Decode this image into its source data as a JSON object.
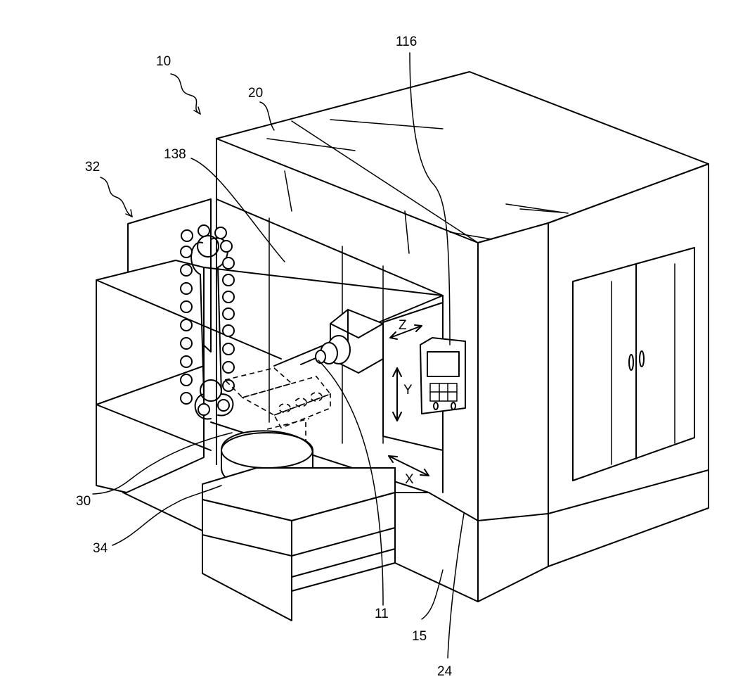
{
  "labels": {
    "machine": "10",
    "cover_top": "20",
    "tool_magazine": "32",
    "wall": "138",
    "cable": "116",
    "axis_z": "Z",
    "axis_y": "Y",
    "axis_x": "X",
    "table": "30",
    "base": "34",
    "spindle": "11",
    "bed": "15",
    "side_panel": "24"
  },
  "colors": {
    "line": "#000000",
    "background": "#ffffff"
  }
}
